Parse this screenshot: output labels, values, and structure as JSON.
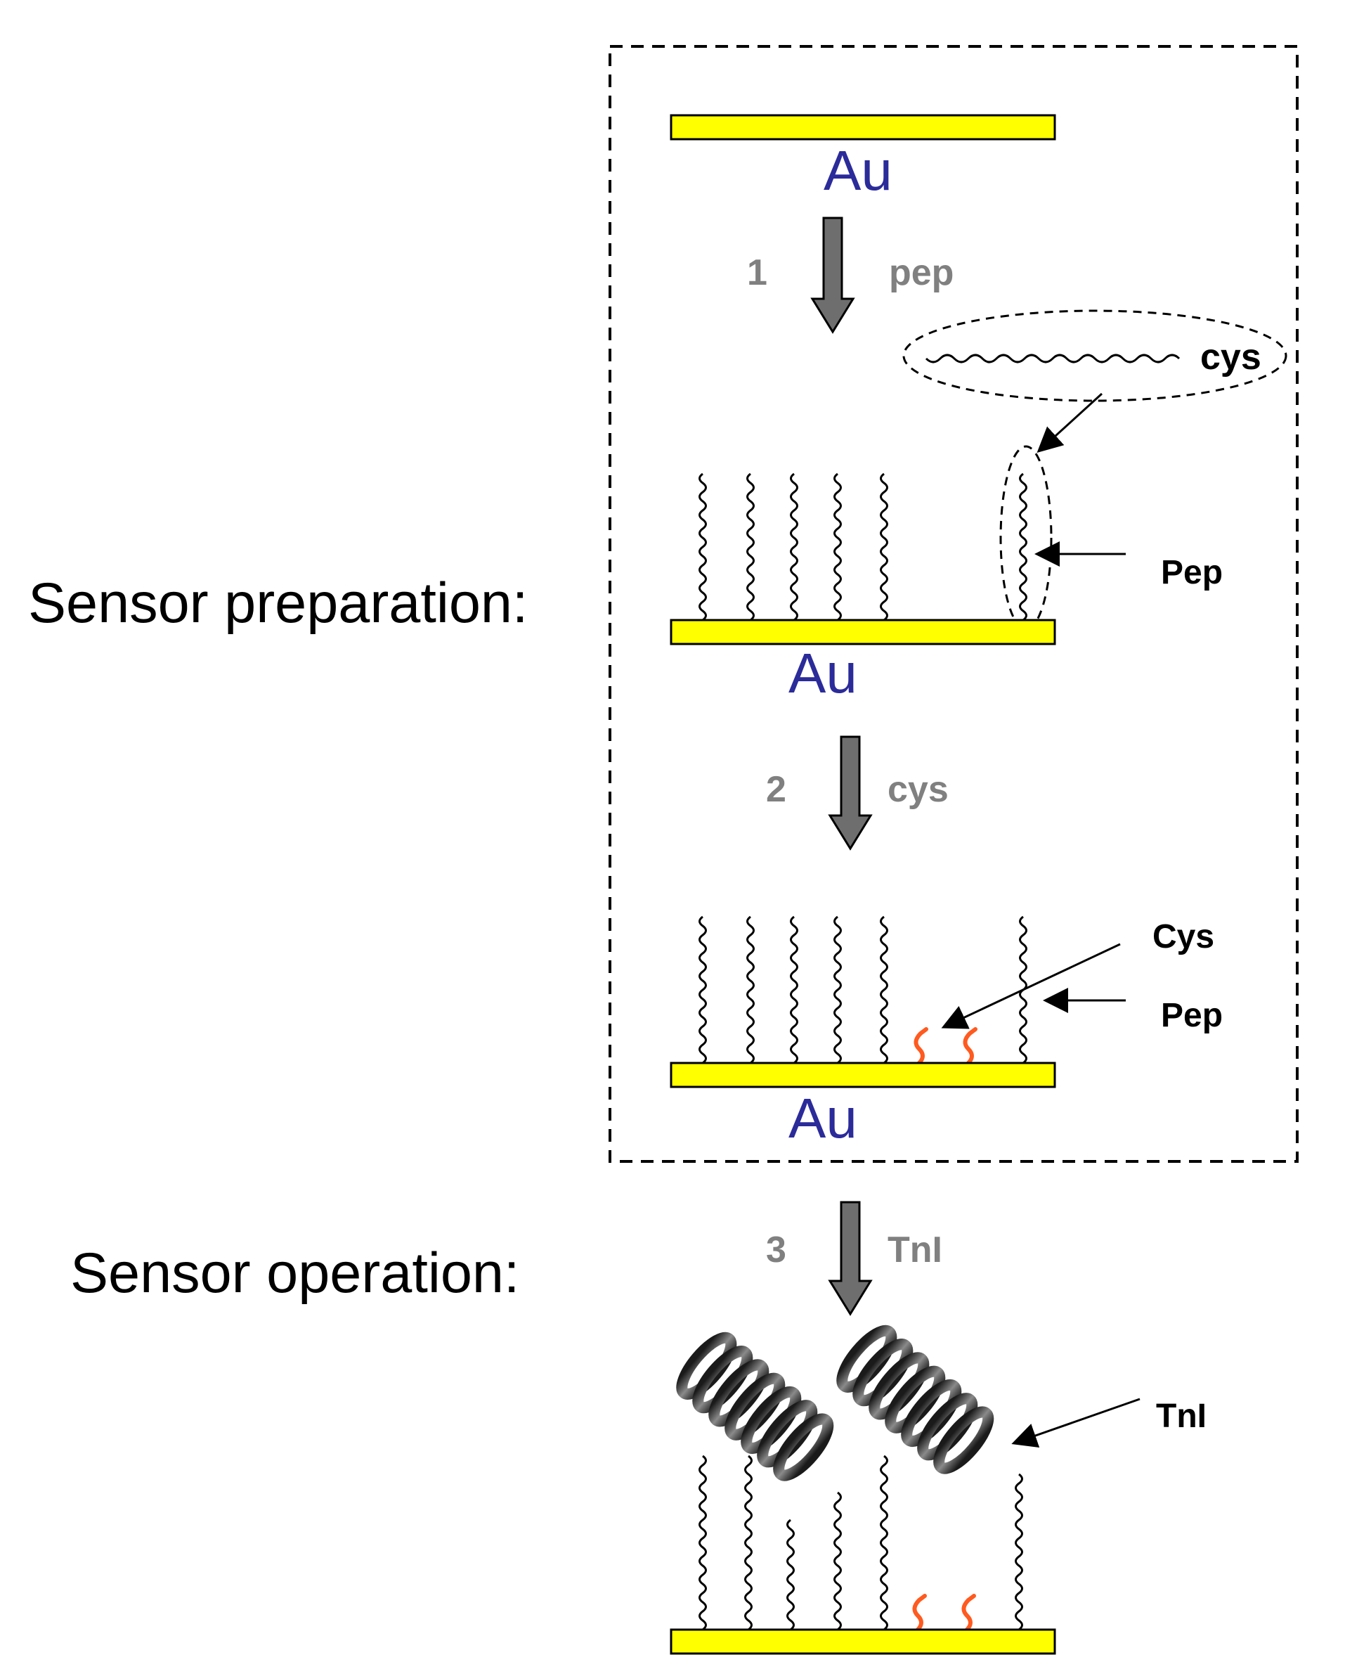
{
  "labels": {
    "sensor_preparation": "Sensor preparation:",
    "sensor_operation": "Sensor operation:"
  },
  "surface": {
    "au_label": "Au"
  },
  "steps": [
    {
      "number": "1",
      "reagent": "pep"
    },
    {
      "number": "2",
      "reagent": "cys"
    },
    {
      "number": "3",
      "reagent": "TnI"
    }
  ],
  "callouts": {
    "inset_cys": "cys",
    "pep_1": "Pep",
    "cys_2": "Cys",
    "pep_2": "Pep",
    "tni": "TnI"
  },
  "colors": {
    "gold": "#ffff00",
    "au_text": "#2b2b9a",
    "arrow_fill": "#6e6e6e",
    "cys_orange": "#ff5a1f",
    "label_grey": "#808080"
  }
}
